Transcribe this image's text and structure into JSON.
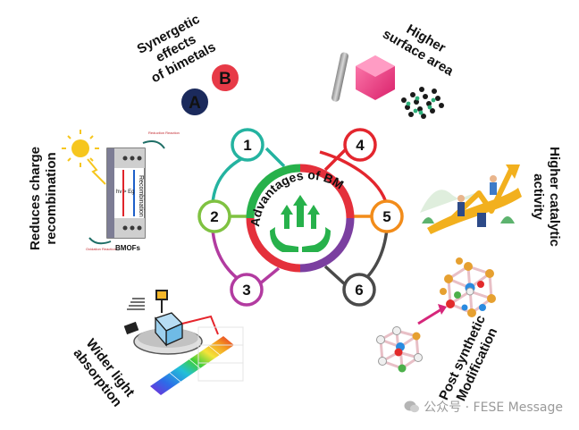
{
  "center": {
    "title": "Advantages  of BMOFs",
    "colors": {
      "green": "#27b14b",
      "red": "#e4303b",
      "purple": "#7b3fa0"
    }
  },
  "nodes": [
    {
      "number": "1",
      "color": "#24b3a0"
    },
    {
      "number": "2",
      "color": "#7fc241"
    },
    {
      "number": "3",
      "color": "#b23ba0"
    },
    {
      "number": "4",
      "color": "#e3262e"
    },
    {
      "number": "5",
      "color": "#f28c1a"
    },
    {
      "number": "6",
      "color": "#4a4a4a"
    }
  ],
  "labels": {
    "synergetic": [
      "Synergetic",
      "effects",
      "of bimetals"
    ],
    "higher_surface": [
      "Higher",
      "surface area"
    ],
    "higher_catalytic": [
      "Higher catalytic",
      "activity"
    ],
    "reduces_charge": [
      "Reduces  charge",
      "recombination"
    ],
    "wider_light": [
      "Wider light",
      "absorption"
    ],
    "post_synthetic": [
      "Post synthetic",
      "Modification"
    ]
  },
  "bimetal_badges": {
    "a": "A",
    "b": "B"
  },
  "recombination_panel": {
    "hv_eg": "hv > Eg",
    "recombination": "Recombination",
    "bmofs": "BMOFs",
    "reduction": "Reduction Reaction",
    "oxidation": "Oxidation Reaction"
  },
  "watermark": "公众号 · FESE Message"
}
